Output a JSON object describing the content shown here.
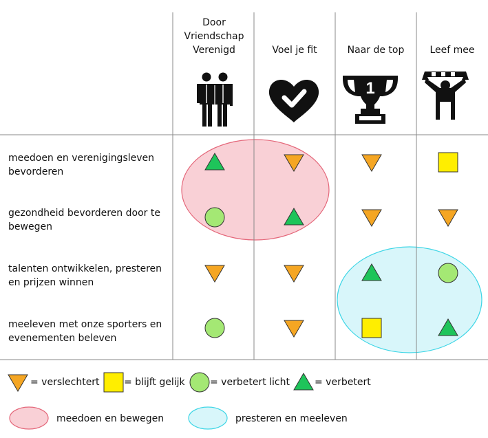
{
  "columns": [
    {
      "id": "vriendschap",
      "label": "Door Vriendschap Verenigd",
      "lines": [
        "Door",
        "Vriendschap",
        "Verenigd"
      ],
      "icon": "two-people-icon"
    },
    {
      "id": "fit",
      "label": "Voel je fit",
      "lines": [
        "Voel je fit"
      ],
      "icon": "heart-check-icon"
    },
    {
      "id": "top",
      "label": "Naar de top",
      "lines": [
        "Naar de top"
      ],
      "icon": "trophy-icon"
    },
    {
      "id": "leef",
      "label": "Leef mee",
      "lines": [
        "Leef mee"
      ],
      "icon": "supporter-scarf-icon"
    }
  ],
  "rows": [
    {
      "lines": [
        "meedoen en verenigingsleven",
        "bevorderen"
      ],
      "values": [
        "verbetert",
        "verslechtert",
        "verslechtert",
        "blijft gelijk"
      ]
    },
    {
      "lines": [
        "gezondheid bevorderen door te",
        "bewegen"
      ],
      "values": [
        "verbetert licht",
        "verbetert",
        "verslechtert",
        "verslechtert"
      ]
    },
    {
      "lines": [
        "talenten ontwikkelen, presteren",
        "en prijzen winnen"
      ],
      "values": [
        "verslechtert",
        "verslechtert",
        "verbetert",
        "verbetert licht"
      ]
    },
    {
      "lines": [
        "meeleven met onze sporters en",
        "evenementen beleven"
      ],
      "values": [
        "verbetert licht",
        "verslechtert",
        "blijft gelijk",
        "verbetert"
      ]
    }
  ],
  "legend": {
    "symbols": [
      {
        "shape": "triangle-down",
        "label": "= verslechtert"
      },
      {
        "shape": "square",
        "label": "= blijft gelijk"
      },
      {
        "shape": "circle",
        "label": "= verbetert licht"
      },
      {
        "shape": "triangle-up",
        "label": "= verbetert"
      }
    ],
    "groups": [
      {
        "label": "meedoen en bewegen",
        "color": "#f9d0d6",
        "stroke": "#e4677a"
      },
      {
        "label": "presteren en meeleven",
        "color": "#d8f6fa",
        "stroke": "#3fd6e6"
      }
    ]
  },
  "colors": {
    "verslechtert": "#f5a623",
    "blijft_gelijk": "#ffee00",
    "verbetert_licht": "#a4e874",
    "verbetert": "#1ec45a",
    "grid": "#888888"
  }
}
